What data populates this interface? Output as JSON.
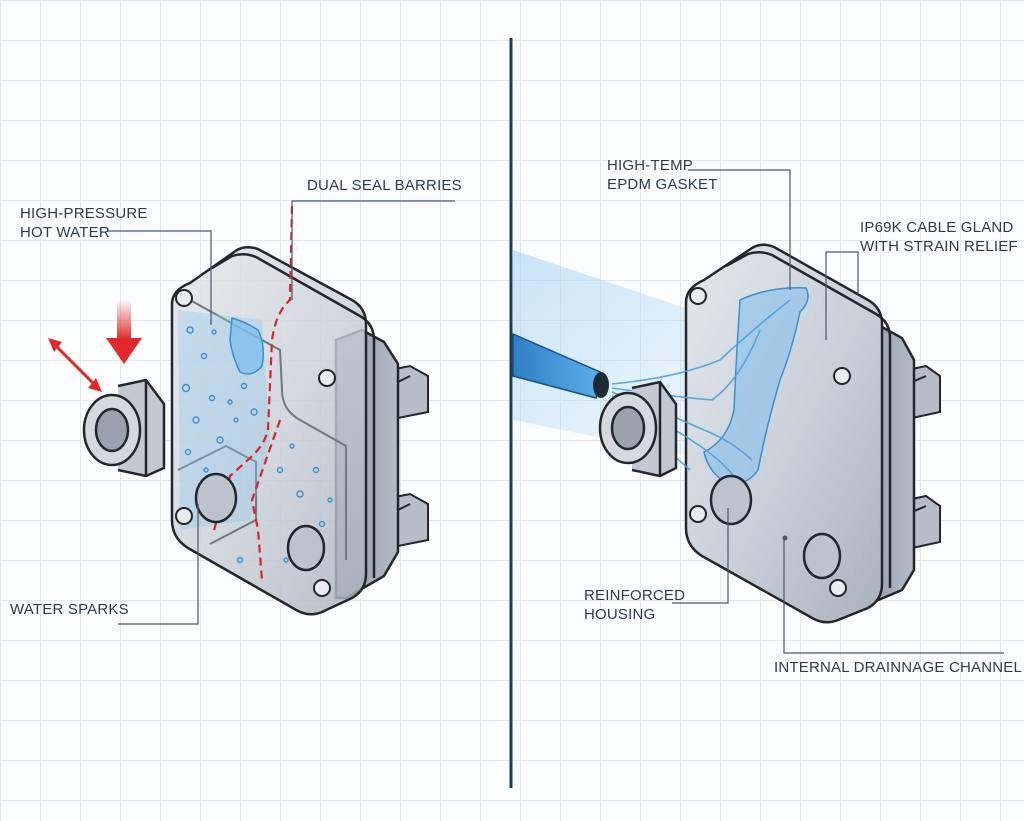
{
  "left_panel": {
    "labels": {
      "dual_seal": "DUAL SEAL BARRIES",
      "pressure_line1": "HIGH-PRESSURE",
      "pressure_line2": "HOT WATER",
      "water_sparks": "WATER SPARKS"
    }
  },
  "right_panel": {
    "labels": {
      "gasket_line1": "HIGH-TEMP",
      "gasket_line2": "EPDM GASKET",
      "gland_line1": "IP69K CABLE GLAND",
      "gland_line2": "WITH STRAIN RELIEF",
      "housing_line1": "REINFORCED",
      "housing_line2": "HOUSING",
      "drainage": "INTERNAL DRAINNAGE CHANNEL"
    }
  },
  "colors": {
    "divider": "#1d3b5e",
    "housing": "#c4cbd4",
    "outline": "#23272d",
    "water": "#4aa2e0",
    "seal_barrier": "#d8252b",
    "arrow": "#e02a2a"
  }
}
